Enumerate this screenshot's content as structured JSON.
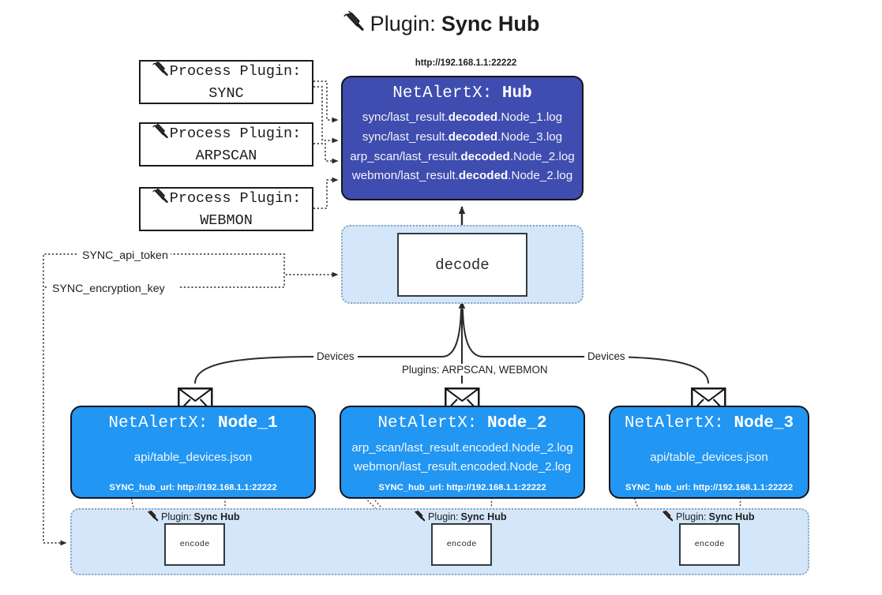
{
  "title": {
    "icon": "plug-icon",
    "prefix": "Plugin: ",
    "name": "Sync Hub"
  },
  "process_plugins": [
    {
      "icon": "plug-icon",
      "line1": "Process Plugin:",
      "line2": "SYNC"
    },
    {
      "icon": "plug-icon",
      "line1": "Process Plugin:",
      "line2": "ARPSCAN"
    },
    {
      "icon": "plug-icon",
      "line1": "Process Plugin:",
      "line2": "WEBMON"
    }
  ],
  "hub": {
    "url": "http://192.168.1.1:22222",
    "title_prefix": "NetAlertX: ",
    "title_name": "Hub",
    "logs": [
      {
        "pre": "sync/last_result.",
        "strong": "decoded",
        "post": ".Node_1.log"
      },
      {
        "pre": "sync/last_result.",
        "strong": "decoded",
        "post": ".Node_3.log"
      },
      {
        "pre": "arp_scan/last_result.",
        "strong": "decoded",
        "post": ".Node_2.log"
      },
      {
        "pre": "webmon/last_result.",
        "strong": "decoded",
        "post": ".Node_2.log"
      }
    ]
  },
  "decode": {
    "label": "decode"
  },
  "keys": {
    "api_token": "SYNC_api_token",
    "encryption_key": "SYNC_encryption_key"
  },
  "edges": {
    "devices_left": "Devices",
    "devices_right": "Devices",
    "plugins_center": "Plugins: ARPSCAN, WEBMON"
  },
  "nodes": [
    {
      "icon": "envelope-icon",
      "title_prefix": "NetAlertX: ",
      "title_name": "Node_1",
      "lines": [
        "api/table_devices.json"
      ],
      "footer": "SYNC_hub_url: http://192.168.1.1:22222"
    },
    {
      "icon": "envelope-icon",
      "title_prefix": "NetAlertX: ",
      "title_name": "Node_2",
      "lines": [
        "arp_scan/last_result.encoded.Node_2.log",
        "webmon/last_result.encoded.Node_2.log"
      ],
      "footer": "SYNC_hub_url: http://192.168.1.1:22222"
    },
    {
      "icon": "envelope-icon",
      "title_prefix": "NetAlertX: ",
      "title_name": "Node_3",
      "lines": [
        "api/table_devices.json"
      ],
      "footer": "SYNC_hub_url: http://192.168.1.1:22222"
    }
  ],
  "encoders": [
    {
      "icon": "plug-icon",
      "tag_prefix": "Plugin: ",
      "tag_name": "Sync Hub",
      "label": "encode"
    },
    {
      "icon": "plug-icon",
      "tag_prefix": "Plugin: ",
      "tag_name": "Sync Hub",
      "label": "encode"
    },
    {
      "icon": "plug-icon",
      "tag_prefix": "Plugin: ",
      "tag_name": "Sync Hub",
      "label": "encode"
    }
  ],
  "colors": {
    "hub_fill": "#3f4cb0",
    "node_fill": "#2196f3",
    "container_fill": "#d4e6f9",
    "container_border": "#8aa7bd",
    "stroke": "#15151b",
    "background": "#ffffff"
  }
}
